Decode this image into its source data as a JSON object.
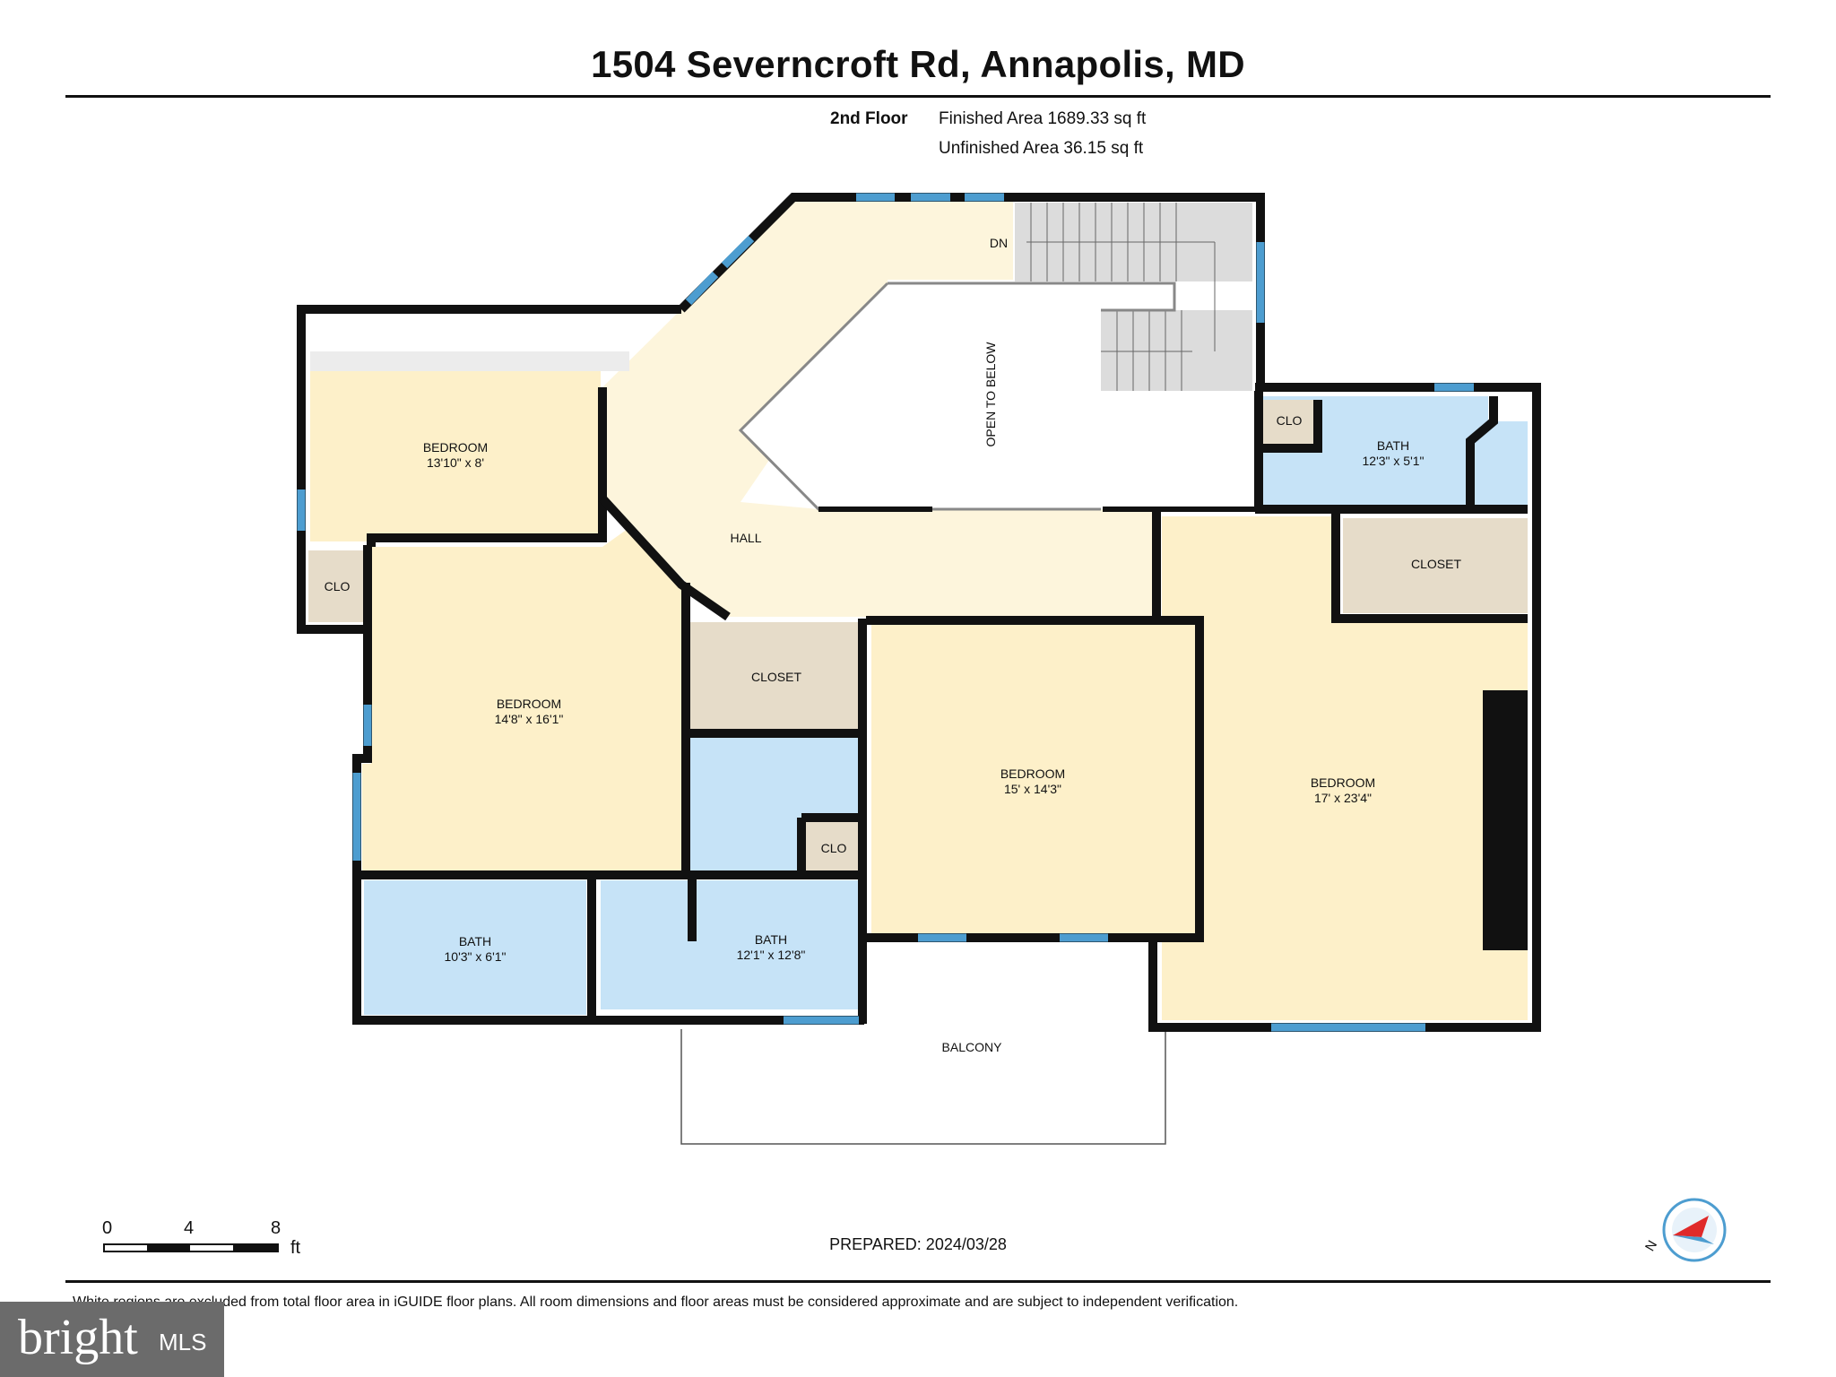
{
  "title": "1504 Severncroft Rd, Annapolis, MD",
  "floor": {
    "name": "2nd Floor",
    "finished_area": "Finished Area 1689.33 sq ft",
    "unfinished_area": "Unfinished Area 36.15 sq ft"
  },
  "rooms": {
    "bedroom_nw": {
      "name": "BEDROOM",
      "dims": "13'10\" x 8'"
    },
    "bedroom_w": {
      "name": "BEDROOM",
      "dims": "14'8\" x 16'1\""
    },
    "bedroom_c": {
      "name": "BEDROOM",
      "dims": "15' x 14'3\""
    },
    "bedroom_e": {
      "name": "BEDROOM",
      "dims": "17' x 23'4\""
    },
    "bath_ne": {
      "name": "BATH",
      "dims": "12'3\" x 5'1\""
    },
    "bath_sw": {
      "name": "BATH",
      "dims": "10'3\" x 6'1\""
    },
    "bath_s": {
      "name": "BATH",
      "dims": "12'1\" x 12'8\""
    },
    "hall": "HALL",
    "open_to_below": "OPEN TO BELOW",
    "dn": "DN",
    "balcony": "BALCONY",
    "closet_c": "CLOSET",
    "closet_e": "CLOSET",
    "clo_w": "CLO",
    "clo_ne": "CLO",
    "clo_c": "CLO"
  },
  "scale": {
    "ticks": [
      "0",
      "4",
      "8"
    ],
    "unit": "ft"
  },
  "compass": {
    "label": "N"
  },
  "prepared": "PREPARED: 2024/03/28",
  "disclaimer": "White regions are excluded from total floor area in iGUIDE floor plans. All room dimensions and floor areas must be considered approximate and are subject to independent verification.",
  "badge": {
    "brand": "bright",
    "suffix": "MLS"
  },
  "colors": {
    "bedroom": "#fdf0c9",
    "hall": "#fdf5dc",
    "bath": "#c6e3f7",
    "closet": "#e6dcc9",
    "wall": "#111111",
    "window": "#4d9dd0",
    "stairs": "#dcdcdc"
  }
}
